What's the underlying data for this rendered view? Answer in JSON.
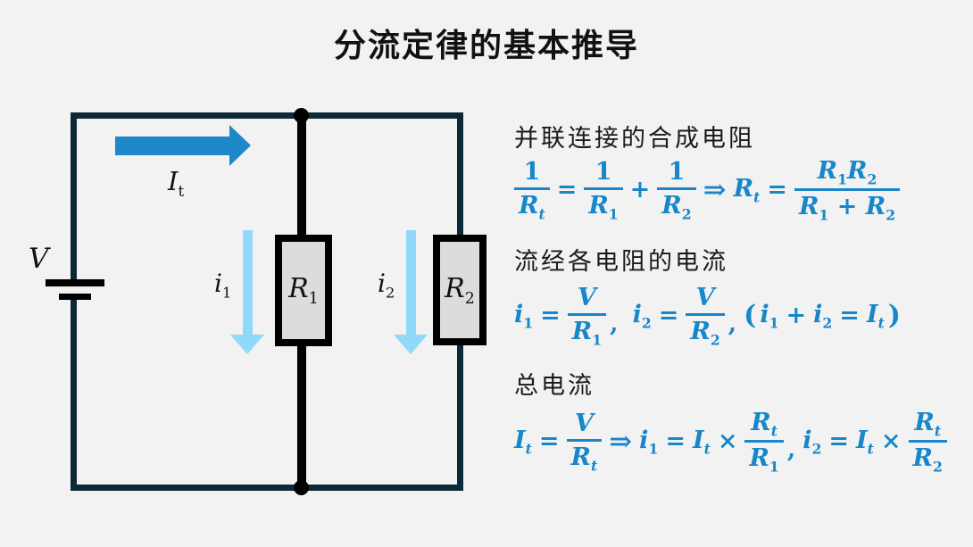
{
  "title": "分流定律的基本推导",
  "circuit": {
    "voltage_label": "V",
    "total_current": {
      "base": "I",
      "sub": "t"
    },
    "branch1_current": {
      "base": "i",
      "sub": "1"
    },
    "branch2_current": {
      "base": "i",
      "sub": "2"
    },
    "resistor1": {
      "base": "R",
      "sub": "1"
    },
    "resistor2": {
      "base": "R",
      "sub": "2"
    }
  },
  "sections": [
    {
      "heading": "并联连接的合成电阻",
      "f": {
        "t1_num": "1",
        "t1_den_base": "R",
        "t1_den_sub": "t",
        "eq1": "=",
        "t2_num": "1",
        "t2_den_base": "R",
        "t2_den_sub": "1",
        "plus": "+",
        "t3_num": "1",
        "t3_den_base": "R",
        "t3_den_sub": "2",
        "implies": "⇒",
        "lhs_base": "R",
        "lhs_sub": "t",
        "eq2": "=",
        "t4_num_b1": "R",
        "t4_num_s1": "1",
        "t4_num_b2": "R",
        "t4_num_s2": "2",
        "t4_den_b1": "R",
        "t4_den_s1": "1",
        "t4_den_plus": "+",
        "t4_den_b2": "R",
        "t4_den_s2": "2"
      }
    },
    {
      "heading": "流经各电阻的电流",
      "f": {
        "i1_base": "i",
        "i1_sub": "1",
        "eq1": "=",
        "fa_num": "V",
        "fa_den_base": "R",
        "fa_den_sub": "1",
        "comma1": ",",
        "i2_base": "i",
        "i2_sub": "2",
        "eq2": "=",
        "fb_num": "V",
        "fb_den_base": "R",
        "fb_den_sub": "2",
        "comma2": ",",
        "open_paren": "(",
        "p_i1_base": "i",
        "p_i1_sub": "1",
        "p_plus": "+",
        "p_i2_base": "i",
        "p_i2_sub": "2",
        "p_eq": "=",
        "p_it_base": "I",
        "p_it_sub": "t",
        "close_paren": ")"
      }
    },
    {
      "heading": "总电流",
      "f": {
        "it_base": "I",
        "it_sub": "t",
        "eq1": "=",
        "fc_num": "V",
        "fc_den_base": "R",
        "fc_den_sub": "t",
        "implies": "⇒",
        "i1_base": "i",
        "i1_sub": "1",
        "eq2": "=",
        "it2_base": "I",
        "it2_sub": "t",
        "times1": "×",
        "fd_num_base": "R",
        "fd_num_sub": "t",
        "fd_den_base": "R",
        "fd_den_sub": "1",
        "comma": ",",
        "i2_base": "i",
        "i2_sub": "2",
        "eq3": "=",
        "it3_base": "I",
        "it3_sub": "t",
        "times2": "×",
        "fe_num_base": "R",
        "fe_num_sub": "t",
        "fe_den_base": "R",
        "fe_den_sub": "2"
      }
    }
  ],
  "colors": {
    "background": "#f2f2f2",
    "wire": "#0d2836",
    "formula_blue": "#1787c9",
    "arrow_blue": "#1e88c8",
    "light_blue": "#90d9f8",
    "resistor_fill": "#dcdcdc",
    "text": "#1a1a1a"
  }
}
